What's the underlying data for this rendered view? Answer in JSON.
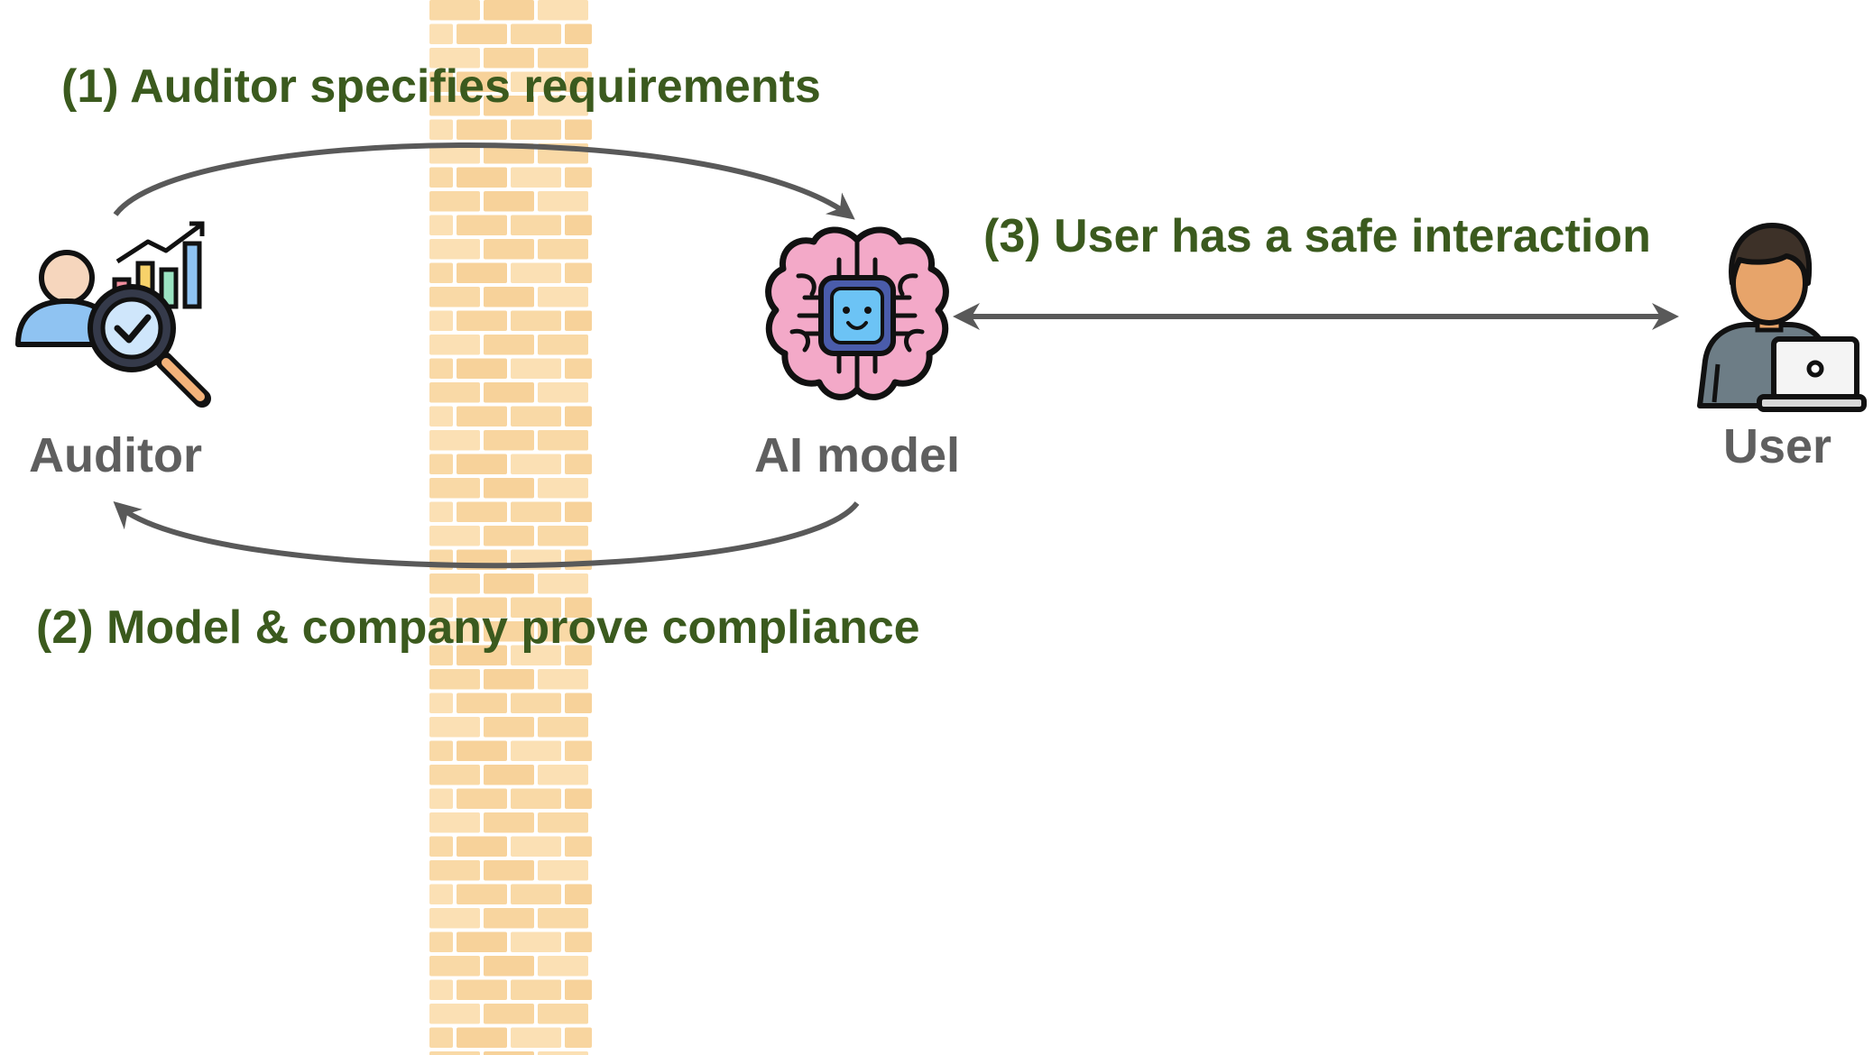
{
  "colors": {
    "step_text": "#3b5a1e",
    "node_text": "#5f5f5f",
    "arrow": "#595959",
    "brick_fill": "#f9d9a6",
    "brick_mortar": "#ffffff"
  },
  "steps": {
    "step1": "(1) Auditor specifies requirements",
    "step2": "(2) Model & company prove compliance",
    "step3": "(3) User has a safe interaction"
  },
  "nodes": {
    "auditor": {
      "label": "Auditor",
      "icon": "auditor-magnifier-chart-icon"
    },
    "ai_model": {
      "label": "AI model",
      "icon": "brain-chip-icon"
    },
    "user": {
      "label": "User",
      "icon": "person-laptop-icon"
    }
  },
  "wall": {
    "icon": "brick-wall"
  }
}
